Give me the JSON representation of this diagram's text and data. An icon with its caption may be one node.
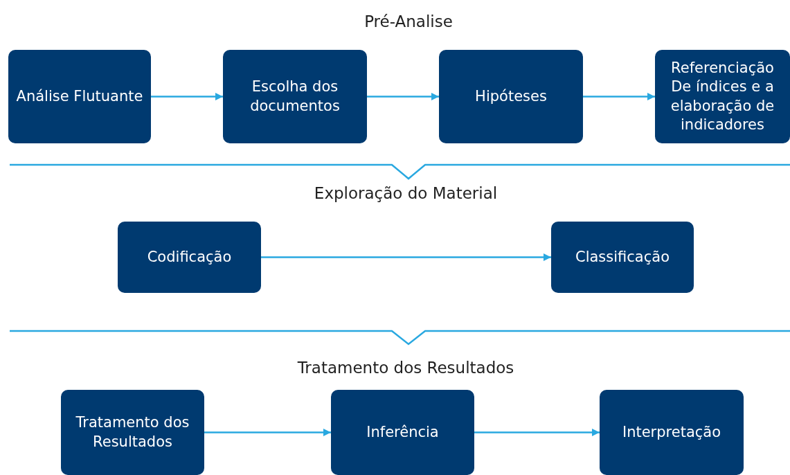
{
  "diagram": {
    "nodes": [
      {
        "text": [
          "Análise Flutuante"
        ]
      },
      {
        "text": [
          "Escolha dos documentos"
        ]
      },
      {
        "text": [
          "Hipóteses"
        ]
      },
      {
        "text": [
          "Referenciação De índices e a elaboração de indicadores"
        ]
      },
      {
        "text": [
          "Codificação"
        ]
      },
      {
        "text": [
          "Classificação"
        ]
      },
      {
        "text": [
          "Tratamento dos Resultados"
        ]
      },
      {
        "text": [
          "Inferência"
        ]
      },
      {
        "text": [
          "Interpretação"
        ]
      }
    ],
    "edges": [
      {
        "from": 0,
        "to": 1,
        "arrow": "to"
      },
      {
        "from": 1,
        "to": 2,
        "arrow": "to"
      },
      {
        "from": 2,
        "to": 3,
        "arrow": "to"
      },
      {
        "from": 4,
        "to": 5,
        "arrow": "to"
      },
      {
        "from": 6,
        "to": 7,
        "arrow": "to"
      },
      {
        "from": 7,
        "to": 8,
        "arrow": "to"
      }
    ],
    "labels": [
      "Pré-Analise",
      "Exploração do Material",
      "Tratamento dos Resultados"
    ]
  }
}
